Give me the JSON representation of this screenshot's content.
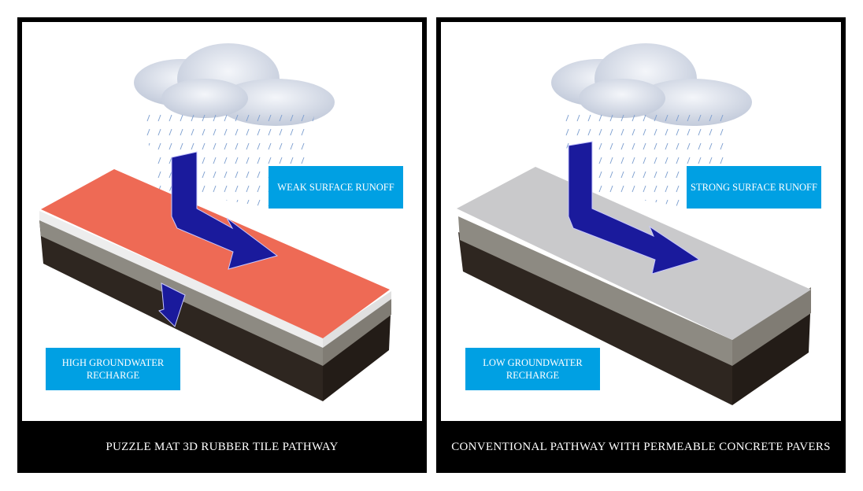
{
  "panels": [
    {
      "caption": "PUZZLE MAT 3D RUBBER TILE PATHWAY",
      "runoff_label": "WEAK SURFACE RUNOFF",
      "recharge_label": "HIGH GROUNDWATER RECHARGE",
      "surface_color": "#ee6a55"
    },
    {
      "caption": "CONVENTIONAL PATHWAY WITH PERMEABLE CONCRETE PAVERS",
      "runoff_label": "STRONG SURFACE RUNOFF",
      "recharge_label": "LOW GROUNDWATER RECHARGE",
      "surface_color": "#c9c9cb"
    }
  ],
  "colors": {
    "label_bg": "#00a0e3",
    "arrow": "#1a1a9c",
    "frame": "#000000"
  }
}
